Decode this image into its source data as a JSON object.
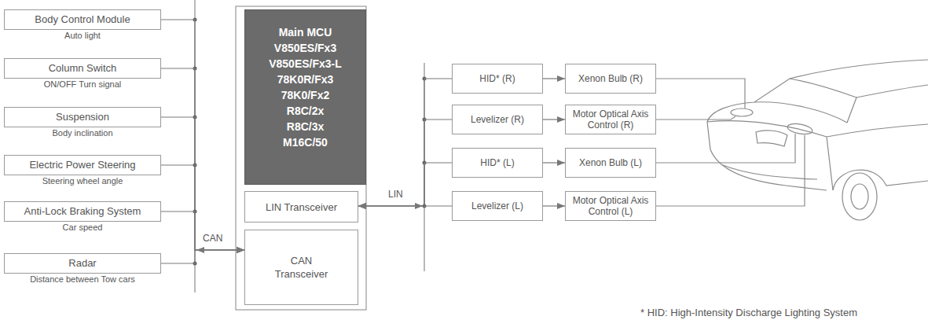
{
  "diagram": {
    "nodes": [
      {
        "text": [
          "Body Control Module",
          "Auto light"
        ]
      },
      {
        "text": [
          "Column Switch",
          "ON/OFF Turn signal"
        ]
      },
      {
        "text": [
          "Suspension",
          "Body inclination"
        ]
      },
      {
        "text": [
          "Electric Power Steering",
          "Steering wheel angle"
        ]
      },
      {
        "text": [
          "Anti-Lock Braking System",
          "Car speed"
        ]
      },
      {
        "text": [
          "Radar",
          "Distance between Tow cars"
        ]
      },
      {
        "text": [
          "Main MCU",
          "V850ES/Fx3",
          "V850ES/Fx3-L",
          "78K0R/Fx3",
          "78K0/Fx2",
          "R8C/2x",
          "R8C/3x",
          "M16C/50"
        ]
      },
      {
        "text": [
          "LIN Transceiver"
        ]
      },
      {
        "text": [
          "CAN Transceiver"
        ]
      },
      {
        "text": [
          "HID* (R)"
        ]
      },
      {
        "text": [
          "Xenon Bulb (R)"
        ]
      },
      {
        "text": [
          "Levelizer (R)"
        ]
      },
      {
        "text": [
          "Motor Optical Axis Control (R)"
        ]
      },
      {
        "text": [
          "HID* (L)"
        ]
      },
      {
        "text": [
          "Xenon Bulb (L)"
        ]
      },
      {
        "text": [
          "Levelizer (L)"
        ]
      },
      {
        "text": [
          "Motor Optical Axis Control (L)"
        ]
      }
    ],
    "edges": [
      {
        "from": 0,
        "to": 8,
        "arrow": "to"
      },
      {
        "from": 1,
        "to": 8,
        "arrow": "to"
      },
      {
        "from": 2,
        "to": 8,
        "arrow": "to"
      },
      {
        "from": 3,
        "to": 8,
        "arrow": "to"
      },
      {
        "from": 4,
        "to": 8,
        "arrow": "to"
      },
      {
        "from": 5,
        "to": 8,
        "arrow": "to"
      },
      {
        "from": 9,
        "to": 7,
        "arrow": "to"
      },
      {
        "from": 11,
        "to": 7,
        "arrow": "to"
      },
      {
        "from": 13,
        "to": 7,
        "arrow": "to"
      },
      {
        "from": 15,
        "to": 7,
        "arrow": "to"
      },
      {
        "from": 9,
        "to": 10,
        "arrow": "to"
      },
      {
        "from": 11,
        "to": 12,
        "arrow": "to"
      },
      {
        "from": 13,
        "to": 14,
        "arrow": "to"
      },
      {
        "from": 15,
        "to": 16,
        "arrow": "to"
      }
    ],
    "labels": [
      "CAN",
      "LIN",
      "* HID: High-Intensity Discharge Lighting System"
    ]
  }
}
